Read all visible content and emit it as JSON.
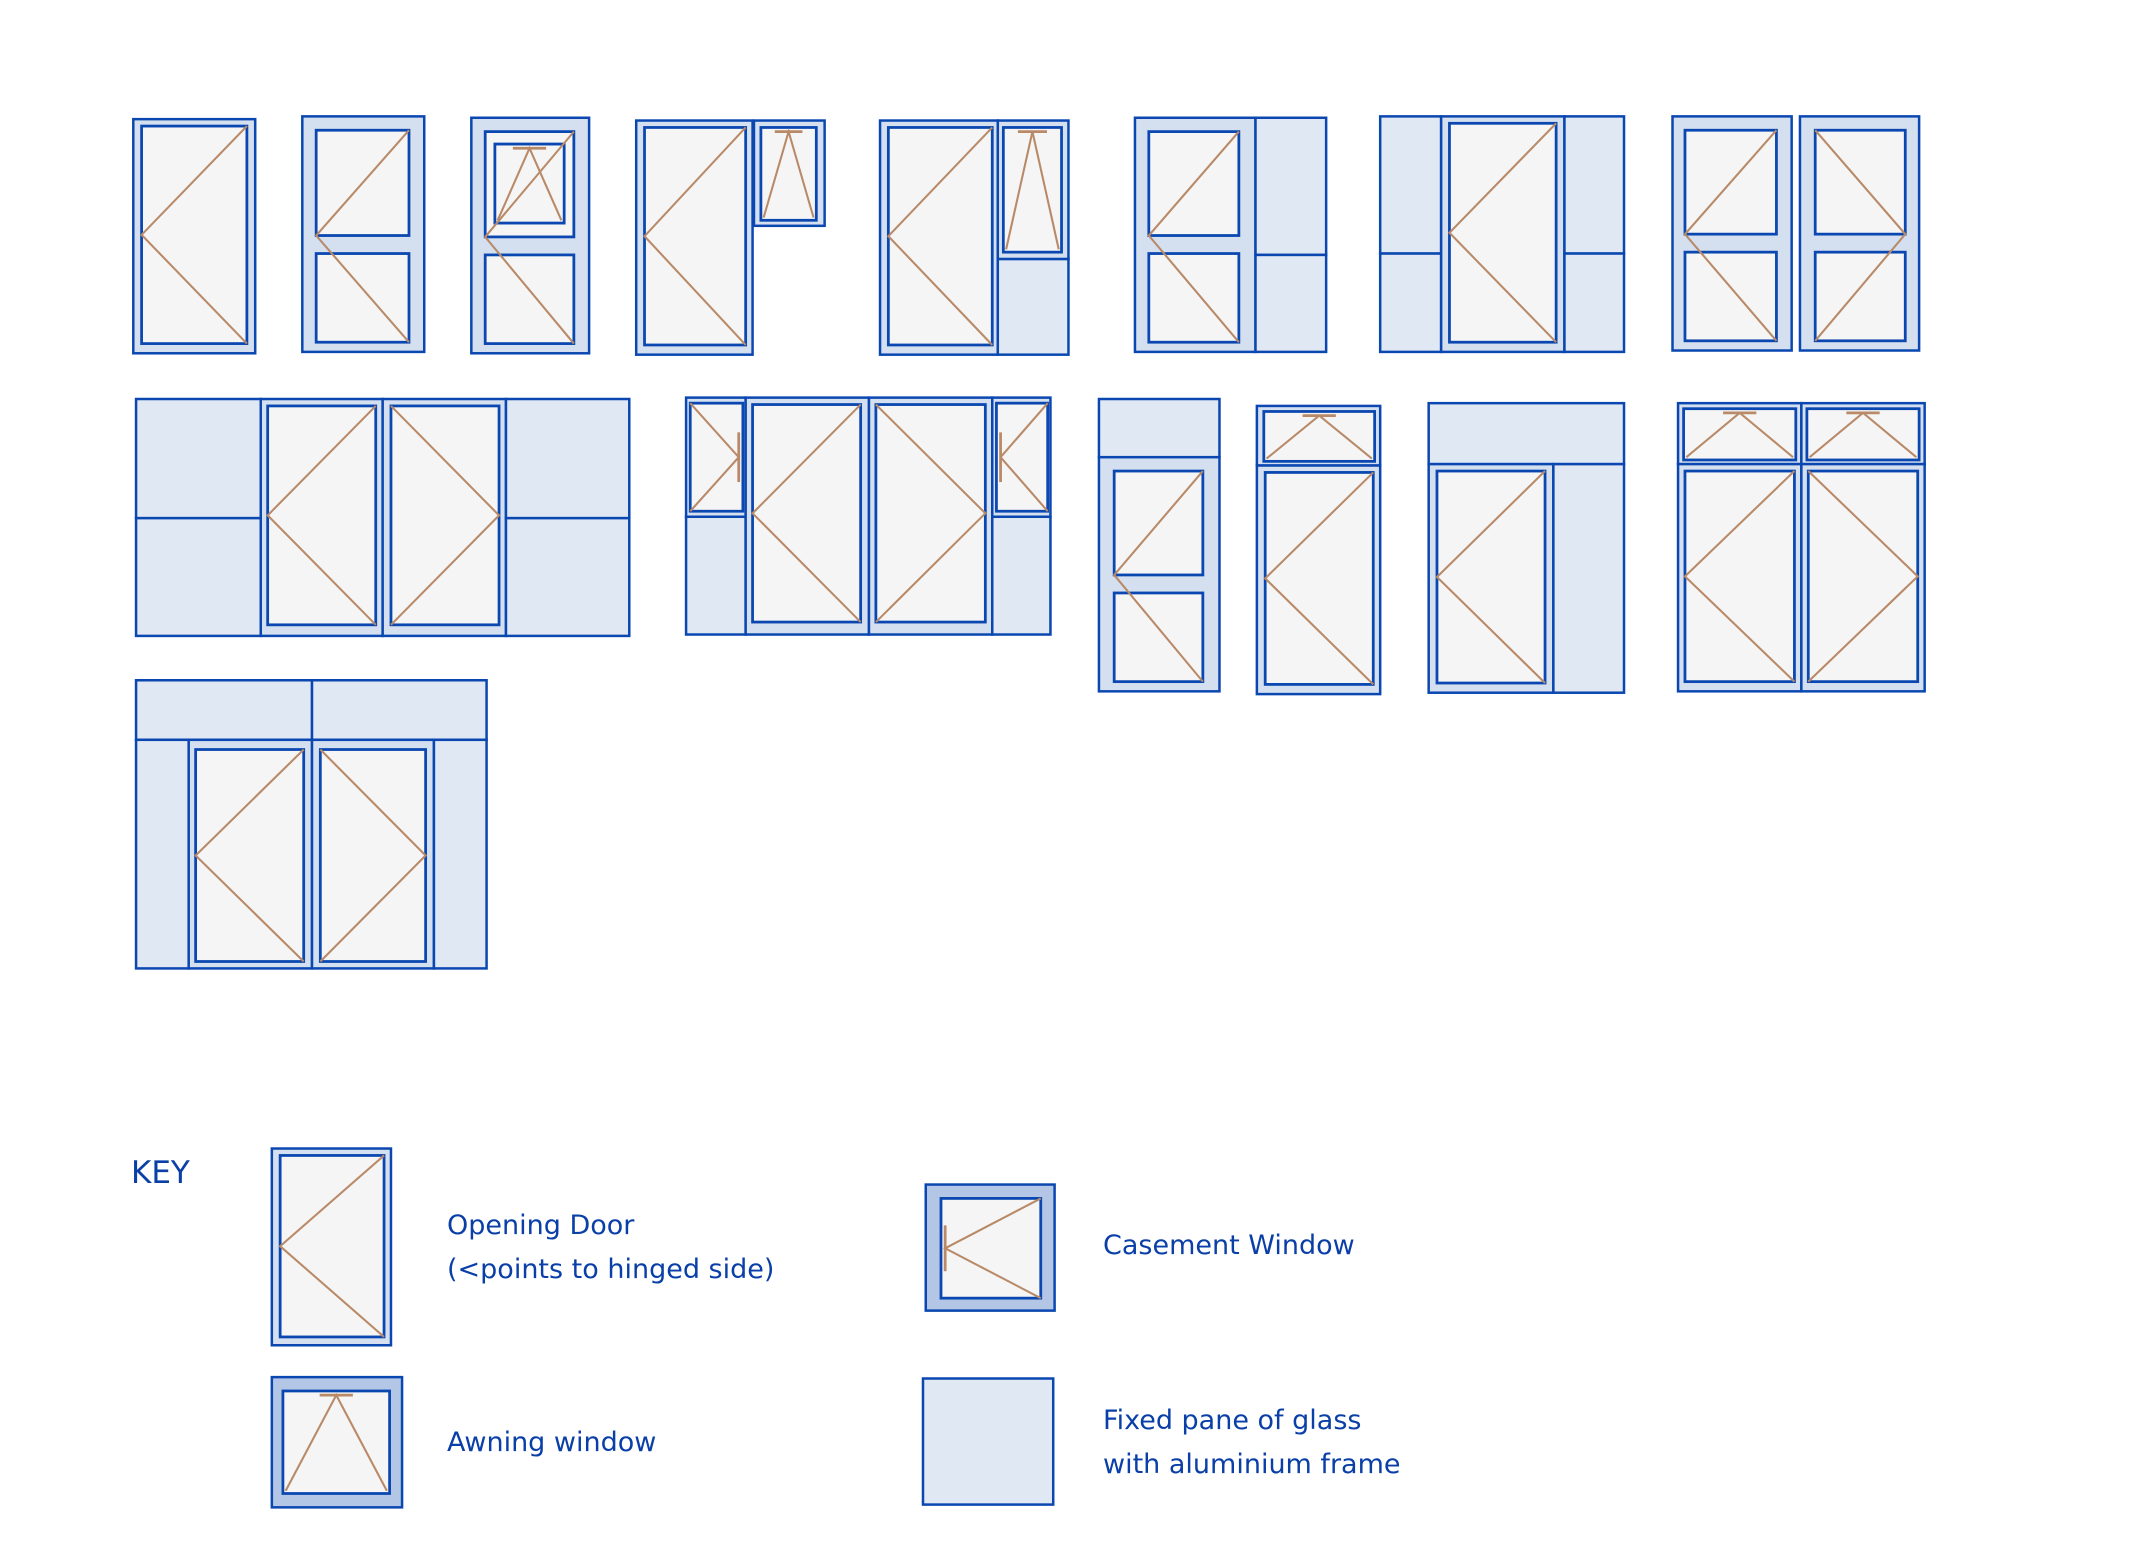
{
  "legend": {
    "title": "KEY",
    "opening_door": {
      "line1": "Opening Door",
      "line2": "(<points to hinged side)"
    },
    "casement": "Casement Window",
    "awning": "Awning window",
    "fixed": {
      "line1": "Fixed pane of glass",
      "line2": "with aluminium frame"
    }
  },
  "colors": {
    "frame_stroke": "#0a47b0",
    "frame_fill": "#d4dff0",
    "fixed_fill": "#e0e8f4",
    "glass_fill": "#f5f5f5",
    "legend_frame_fill": "#b3c6e6",
    "opening_line": "#b98a68",
    "text": "#0a3fa8"
  }
}
